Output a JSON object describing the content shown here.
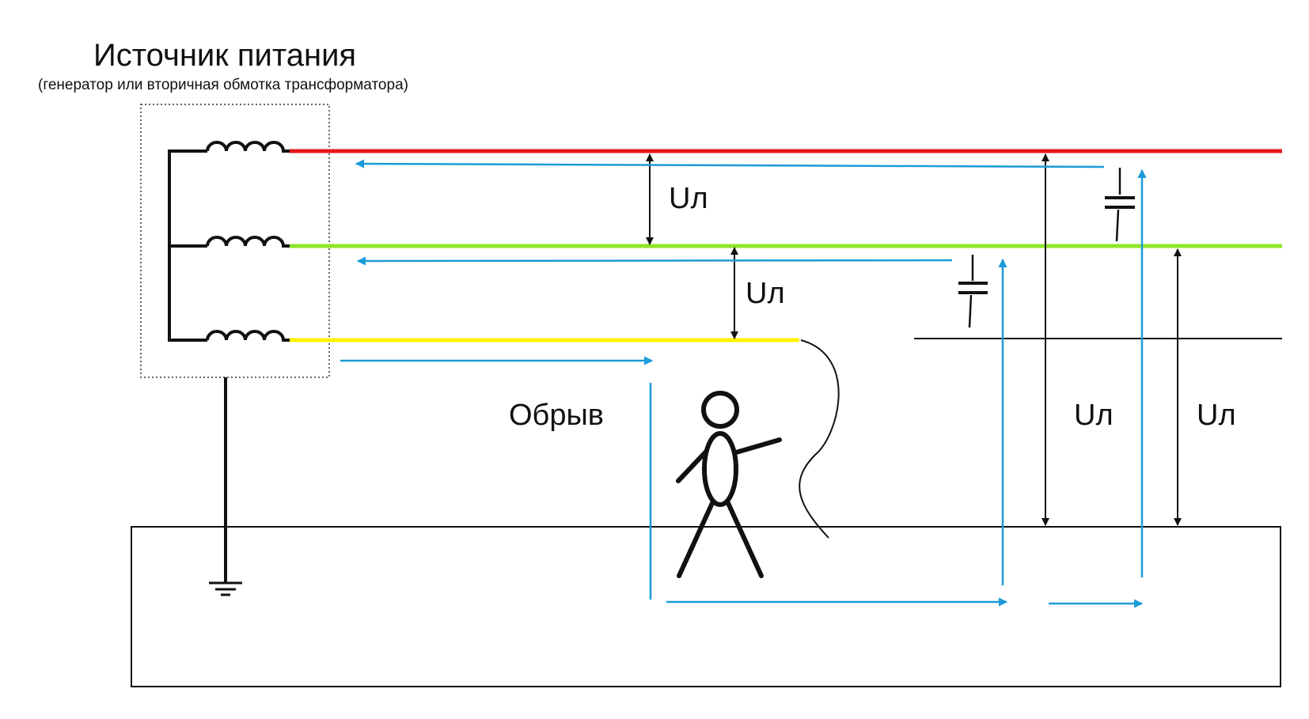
{
  "diagram": {
    "title": "Источник питания",
    "subtitle": "(генератор или вторичная обмотка трансформатора)",
    "voltage_label": "Uл",
    "break_label": "Обрыв",
    "voltage_labels": [
      "Uл",
      "Uл",
      "Uл",
      "Uл"
    ]
  },
  "colors": {
    "phase_a": "#e8161b",
    "phase_b": "#8ee628",
    "phase_c": "#fff200",
    "current": "#1b9bd8",
    "line": "#111111"
  }
}
